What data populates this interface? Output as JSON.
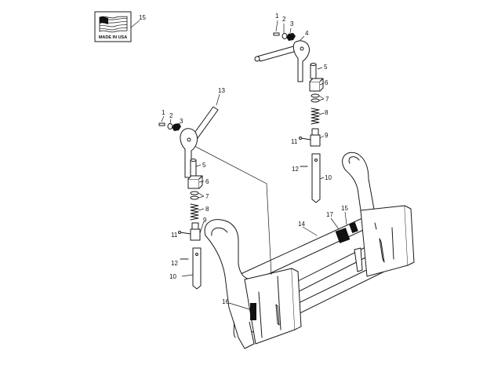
{
  "badge": {
    "text": "MADE IN USA",
    "callout": "15"
  },
  "callouts": {
    "c1a": "1",
    "c2a": "2",
    "c3a": "3",
    "c4": "4",
    "c5a": "5",
    "c6a": "6",
    "c7a": "7",
    "c8a": "8",
    "c9a": "9",
    "c10a": "10",
    "c11a": "11",
    "c12a": "12",
    "c13": "13",
    "c1b": "1",
    "c2b": "2",
    "c3b": "3",
    "c5b": "5",
    "c6b": "6",
    "c7b": "7",
    "c8b": "8",
    "c9b": "9",
    "c10b": "10",
    "c11b": "11",
    "c12b": "12",
    "c14": "14",
    "c15b": "15",
    "c16": "16",
    "c17": "17"
  }
}
